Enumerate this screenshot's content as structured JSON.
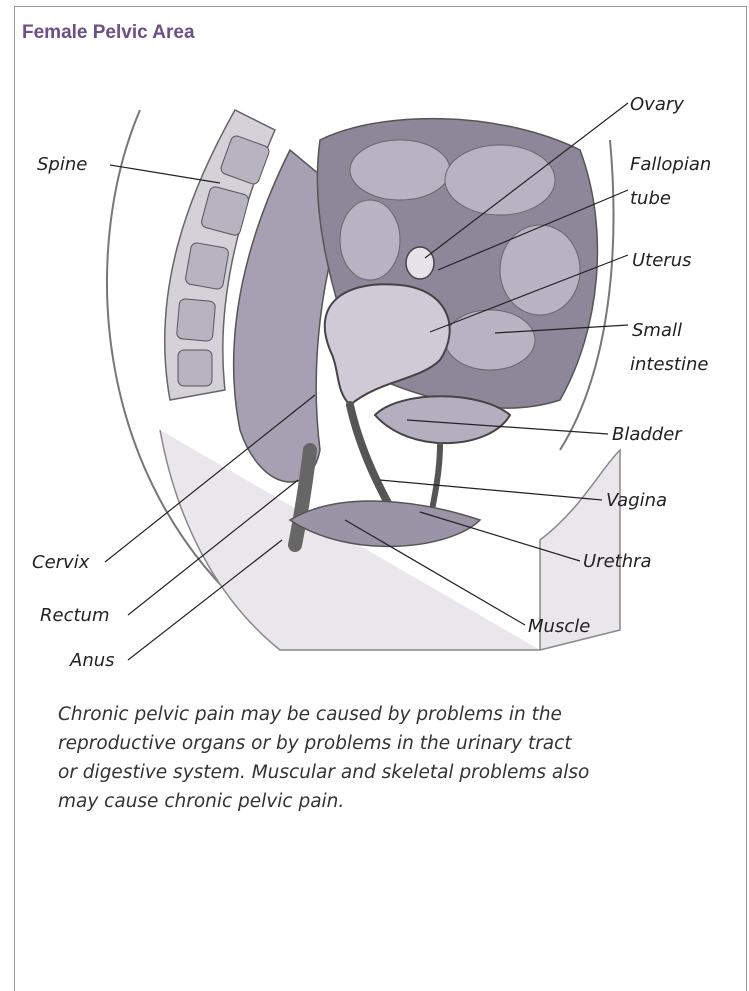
{
  "title": "Female Pelvic Area",
  "title_color": "#6b4f86",
  "labels": {
    "ovary": "Ovary",
    "fallopian_1": "Fallopian",
    "fallopian_2": "tube",
    "spine": "Spine",
    "uterus": "Uterus",
    "small_intestine_1": "Small",
    "small_intestine_2": "intestine",
    "bladder": "Bladder",
    "vagina": "Vagina",
    "cervix": "Cervix",
    "urethra": "Urethra",
    "rectum": "Rectum",
    "muscle": "Muscle",
    "anus": "Anus"
  },
  "caption_lines": [
    "Chronic pelvic pain may be caused by problems in the",
    "reproductive organs or by problems in the urinary tract",
    "or digestive system. Muscular and skeletal problems also",
    "may cause chronic pelvic pain."
  ]
}
